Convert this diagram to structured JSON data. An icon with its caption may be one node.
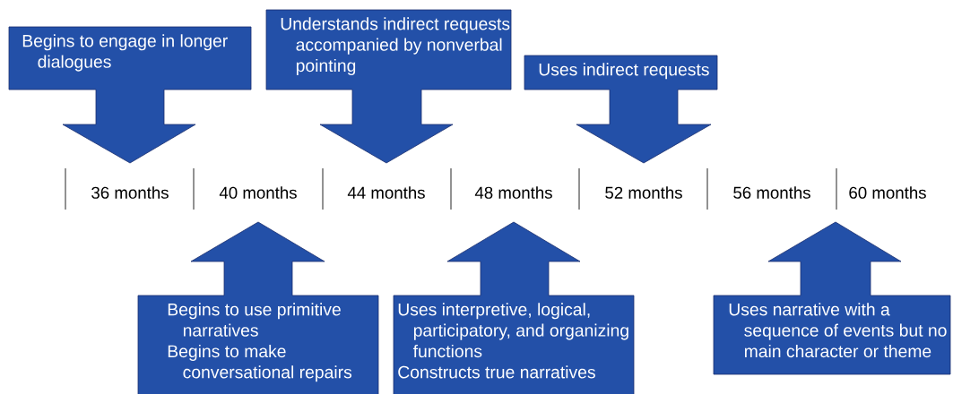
{
  "diagram": {
    "nodes": [
      {
        "text": [
          "Begins to engage in longer dialogues"
        ]
      },
      {
        "text": [
          "Understands indirect requests accompanied by nonverbal pointing"
        ]
      },
      {
        "text": [
          "Uses indirect requests"
        ]
      },
      {
        "text": [
          "Begins to use primitive narratives",
          "Begins to make conversational repairs"
        ]
      },
      {
        "text": [
          "Uses interpretive, logical, participatory, and organizing functions",
          "Constructs true narratives"
        ]
      },
      {
        "text": [
          "Uses narrative with a sequence of events but no main character or theme"
        ]
      }
    ],
    "labels": [
      "36 months",
      "40 months",
      "44 months",
      "48 months",
      "52 months",
      "56 months",
      "60 months"
    ]
  }
}
